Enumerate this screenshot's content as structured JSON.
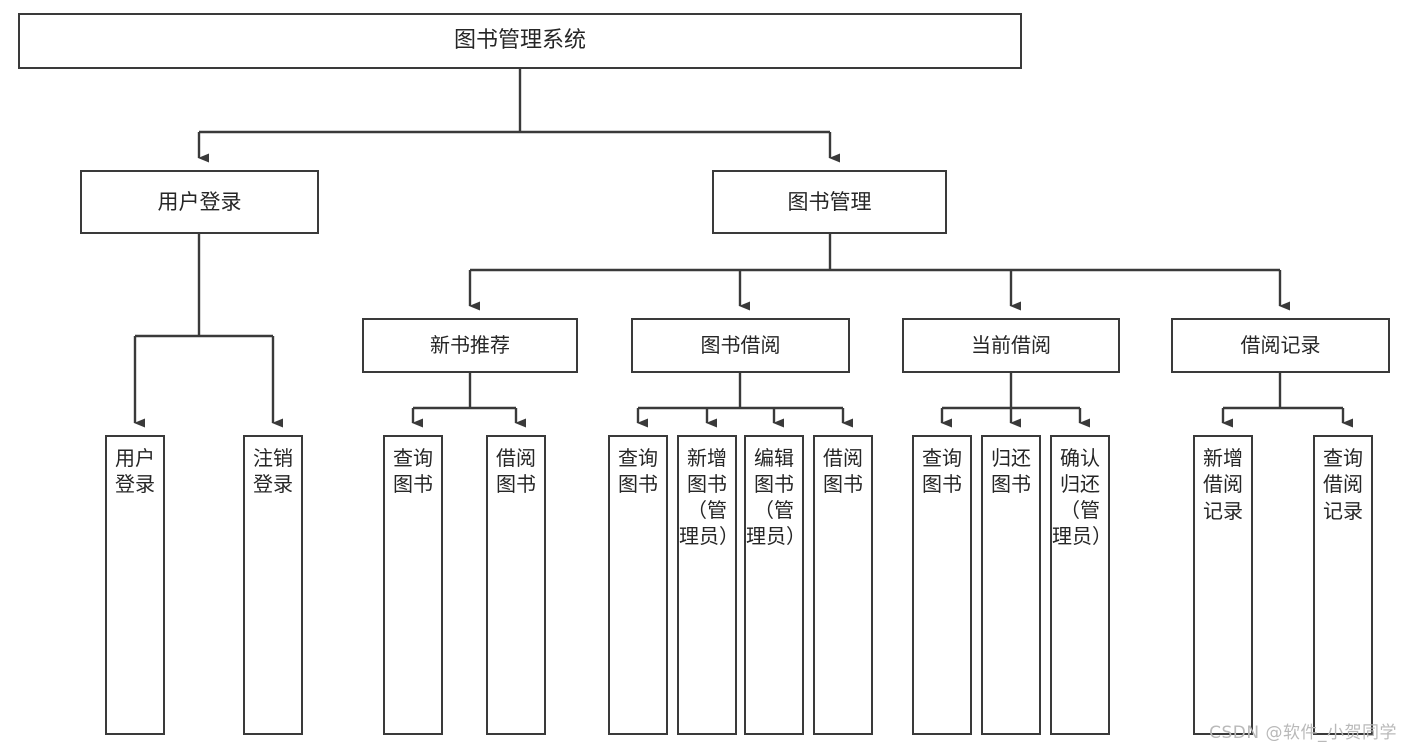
{
  "diagram": {
    "title": "图书管理系统",
    "type": "tree",
    "root": {
      "id": "root",
      "label": "图书管理系统"
    },
    "level2": [
      {
        "id": "user-login",
        "label": "用户登录"
      },
      {
        "id": "book-manage",
        "label": "图书管理"
      }
    ],
    "level3": [
      {
        "id": "new-book-recommend",
        "label": "新书推荐",
        "parent": "book-manage"
      },
      {
        "id": "book-borrow",
        "label": "图书借阅",
        "parent": "book-manage"
      },
      {
        "id": "current-borrow",
        "label": "当前借阅",
        "parent": "book-manage"
      },
      {
        "id": "borrow-record",
        "label": "借阅记录",
        "parent": "book-manage"
      }
    ],
    "leaves": [
      {
        "id": "leaf-user-login",
        "label": "用户登录",
        "parent": "user-login"
      },
      {
        "id": "leaf-logout-login",
        "label": "注销登录",
        "parent": "user-login"
      },
      {
        "id": "leaf-query-book-1",
        "label": "查询图书",
        "parent": "new-book-recommend"
      },
      {
        "id": "leaf-borrow-book-1",
        "label": "借阅图书",
        "parent": "new-book-recommend"
      },
      {
        "id": "leaf-query-book-2",
        "label": "查询图书",
        "parent": "book-borrow"
      },
      {
        "id": "leaf-add-book",
        "label": "新增图书（管理员）",
        "parent": "book-borrow"
      },
      {
        "id": "leaf-edit-book",
        "label": "编辑图书（管理员）",
        "parent": "book-borrow"
      },
      {
        "id": "leaf-borrow-book-2",
        "label": "借阅图书",
        "parent": "book-borrow"
      },
      {
        "id": "leaf-query-book-3",
        "label": "查询图书",
        "parent": "current-borrow"
      },
      {
        "id": "leaf-return-book",
        "label": "归还图书",
        "parent": "current-borrow"
      },
      {
        "id": "leaf-confirm-return",
        "label": "确认归还（管理员）",
        "parent": "current-borrow"
      },
      {
        "id": "leaf-add-record",
        "label": "新增借阅记录",
        "parent": "borrow-record"
      },
      {
        "id": "leaf-query-record",
        "label": "查询借阅记录",
        "parent": "borrow-record"
      }
    ],
    "watermark": "CSDN @软件_小贺同学",
    "colors": {
      "stroke": "#3a3a3a",
      "text": "#262626",
      "background": "#ffffff",
      "watermark": "#b9b9b9"
    }
  }
}
